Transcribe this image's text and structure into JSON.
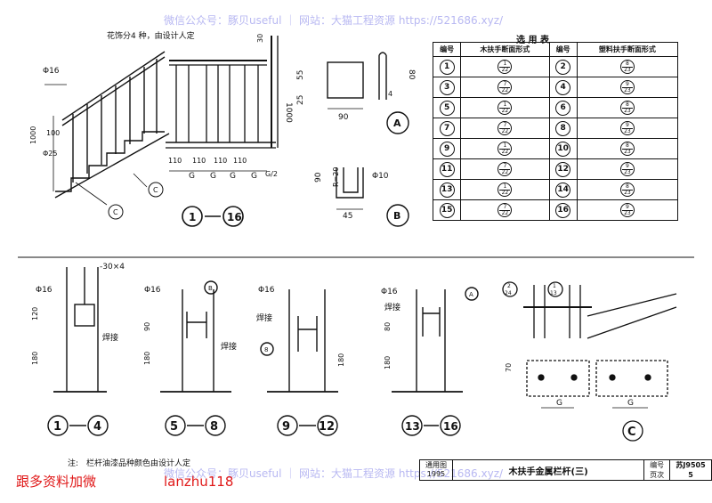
{
  "watermark": "微信公众号：豚贝useful ｜ 网站：大猫工程资源 https://521686.xyz/",
  "promo_left": "跟多资料加微",
  "promo_right": "lanzhu118",
  "top_drawing": {
    "note_pattern": "花饰分4 种，由设计人定",
    "phi16": "Φ16",
    "phi25": "Φ25",
    "h1000": "1000",
    "h100": "100",
    "h1000b": "1000",
    "d30": "30",
    "d110a": "110",
    "d110b": "110",
    "d110c": "110",
    "d110d": "110",
    "g1": "G",
    "g2": "G",
    "g3": "G",
    "g4": "G",
    "g_half": "G/2",
    "c_mark": "C",
    "c_mark2": "C",
    "label_1_16": [
      "1",
      "16"
    ]
  },
  "detail_a": {
    "d55": "55",
    "d25": "25",
    "d90": "90",
    "d80": "80",
    "d4": "4",
    "label": "A"
  },
  "detail_b": {
    "d90": "90",
    "r": "R=20",
    "phi10": "Φ10",
    "d45": "45",
    "label": "B"
  },
  "table": {
    "title": "选 用 表",
    "headers": [
      "编号",
      "木扶手断面形式",
      "编号",
      "塑料扶手断面形式"
    ],
    "rows": [
      {
        "n1": "1",
        "w": [
          "1",
          "22"
        ],
        "n2": "2",
        "p": [
          "8",
          "23"
        ]
      },
      {
        "n1": "3",
        "w": [
          "7",
          "22"
        ],
        "n2": "4",
        "p": [
          "9",
          "23"
        ]
      },
      {
        "n1": "5",
        "w": [
          "1",
          "22"
        ],
        "n2": "6",
        "p": [
          "8",
          "23"
        ]
      },
      {
        "n1": "7",
        "w": [
          "7",
          "22"
        ],
        "n2": "8",
        "p": [
          "9",
          "23"
        ]
      },
      {
        "n1": "9",
        "w": [
          "1",
          "22"
        ],
        "n2": "10",
        "p": [
          "8",
          "23"
        ]
      },
      {
        "n1": "11",
        "w": [
          "7",
          "22"
        ],
        "n2": "12",
        "p": [
          "9",
          "23"
        ]
      },
      {
        "n1": "13",
        "w": [
          "1",
          "22"
        ],
        "n2": "14",
        "p": [
          "8",
          "23"
        ]
      },
      {
        "n1": "15",
        "w": [
          "7",
          "22"
        ],
        "n2": "16",
        "p": [
          "9",
          "23"
        ]
      }
    ]
  },
  "details_bottom": [
    {
      "phi": "Φ16",
      "top": "-30×4",
      "d1": "120",
      "d2": "180",
      "weld": "焊接",
      "label": [
        "1",
        "4"
      ]
    },
    {
      "phi": "Φ16",
      "mark": "B",
      "d1": "90",
      "d2": "180",
      "weld": "焊接",
      "label": [
        "5",
        "8"
      ]
    },
    {
      "phi": "Φ16",
      "mark": "8",
      "d1": "",
      "d2": "180",
      "weld": "焊接",
      "label": [
        "9",
        "12"
      ]
    },
    {
      "phi": "Φ16",
      "mark": "A",
      "d1": "80",
      "d2": "180",
      "weld": "焊接",
      "label": [
        "13",
        "16"
      ]
    }
  ],
  "detail_c": {
    "marks": [
      "2",
      "1"
    ],
    "marks_b": [
      "24",
      "13"
    ],
    "d70": "70",
    "g1": "G",
    "g2": "G",
    "label": "C"
  },
  "note": "注:　栏杆油漆品种颜色由设计人定",
  "title_block": {
    "atlas_label": "通用图",
    "year": "1995",
    "title": "木扶手金属栏杆(三)",
    "num_label": "编号",
    "num_value": "苏J9505",
    "page_label": "页次",
    "page_value": "5"
  }
}
